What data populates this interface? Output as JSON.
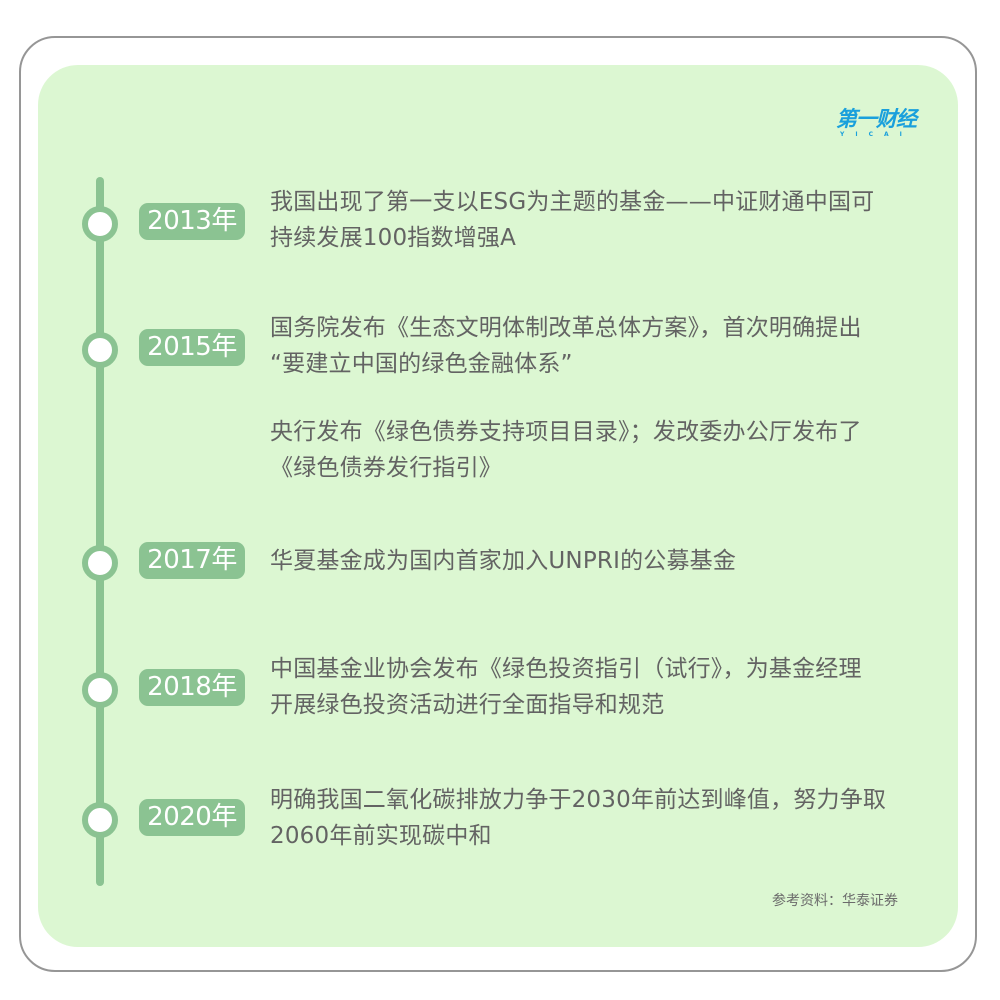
{
  "logo": {
    "main": "第一财经",
    "sub": "YICAI",
    "color": "#1aa0dc"
  },
  "colors": {
    "panel_bg": "#dcf7d2",
    "accent": "#8bc392",
    "frame_border": "#969696",
    "text": "#636363"
  },
  "timeline": [
    {
      "year": "2013年",
      "events": [
        [
          "我国出现了第一支以ESG为主题的基金——中证财通中国可",
          "持续发展100指数增强A"
        ]
      ]
    },
    {
      "year": "2015年",
      "events": [
        [
          "国务院发布《生态文明体制改革总体方案》，首次明确提出",
          "“要建立中国的绿色金融体系”"
        ],
        [
          "央行发布《绿色债券支持项目目录》；发改委办公厅发布了",
          "《绿色债券发行指引》"
        ]
      ]
    },
    {
      "year": "2017年",
      "events": [
        [
          "华夏基金成为国内首家加入UNPRI的公募基金"
        ]
      ]
    },
    {
      "year": "2018年",
      "events": [
        [
          "中国基金业协会发布《绿色投资指引（试行》，为基金经理",
          "开展绿色投资活动进行全面指导和规范"
        ]
      ]
    },
    {
      "year": "2020年",
      "events": [
        [
          "明确我国二氧化碳排放力争于2030年前达到峰值，努力争取",
          "2060年前实现碳中和"
        ]
      ]
    }
  ],
  "source": "参考资料：华泰证券"
}
